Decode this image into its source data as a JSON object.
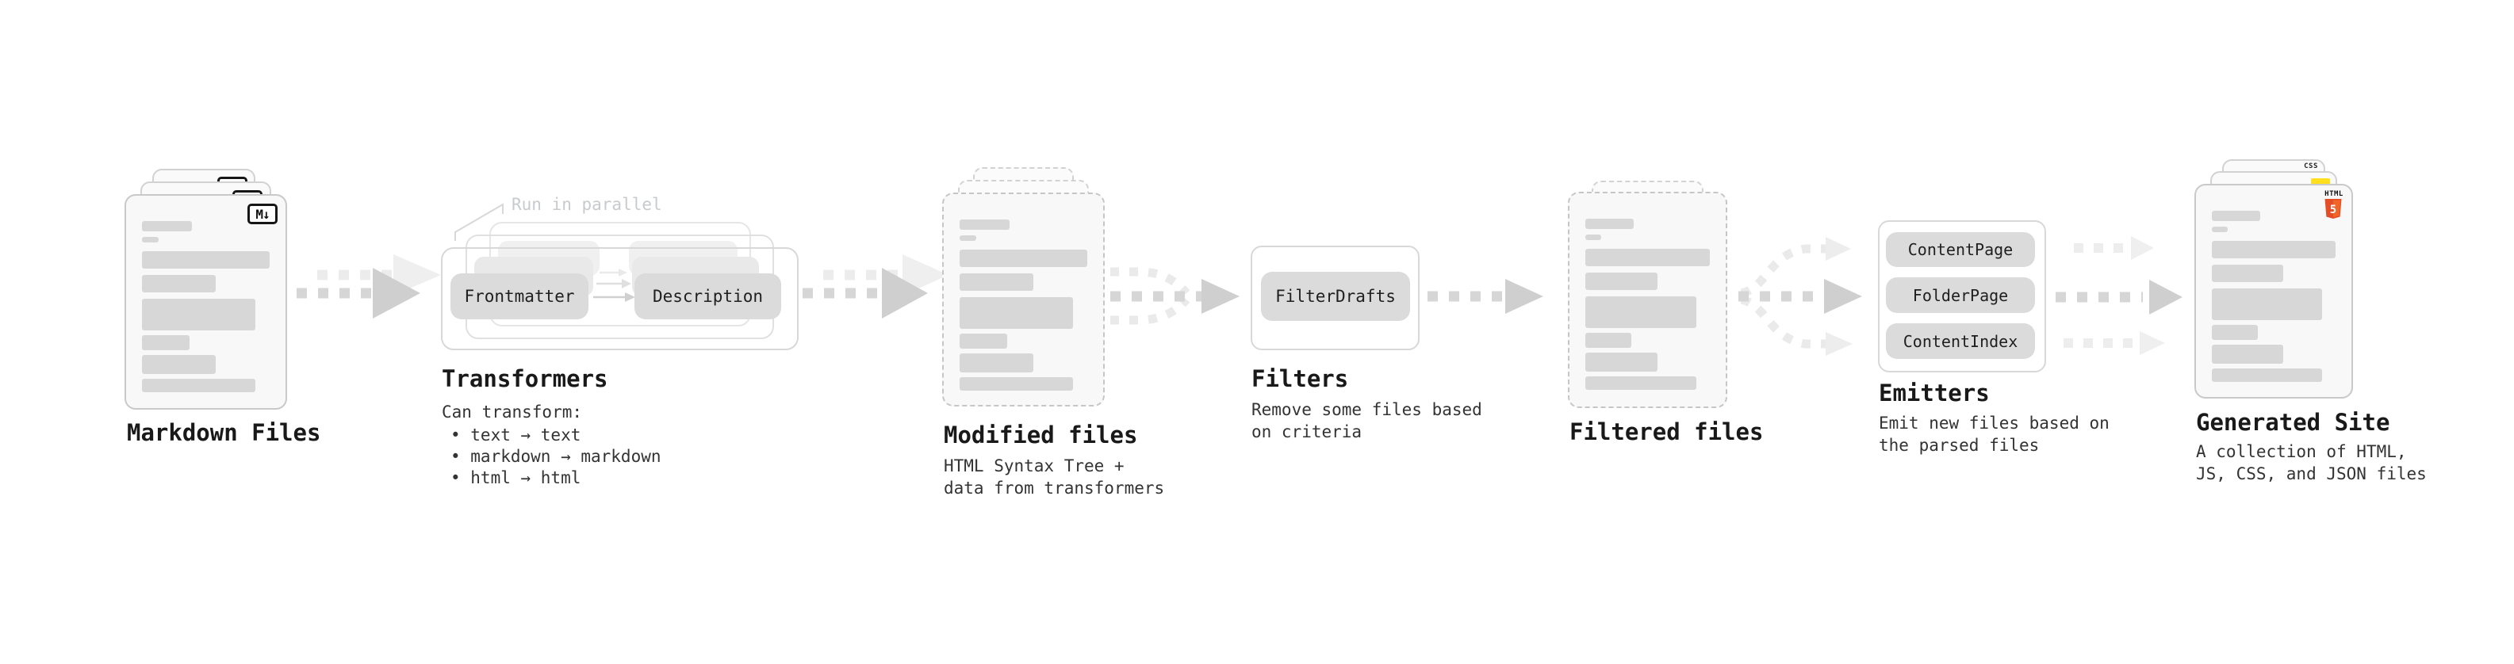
{
  "diagram": {
    "markdown": {
      "title": "Markdown Files",
      "badge": "M↓"
    },
    "transformers": {
      "title": "Transformers",
      "annotation": "Run in parallel",
      "pill_left": "Frontmatter",
      "pill_right": "Description",
      "desc_heading": "Can transform:",
      "bullets": [
        "• text → text",
        "• markdown → markdown",
        "• html → html"
      ]
    },
    "modified": {
      "title": "Modified files",
      "desc": "HTML Syntax Tree +\ndata from transformers"
    },
    "filters": {
      "title": "Filters",
      "pill": "FilterDrafts",
      "desc": "Remove some files based\non criteria"
    },
    "filtered": {
      "title": "Filtered files"
    },
    "emitters": {
      "title": "Emitters",
      "pills": [
        "ContentPage",
        "FolderPage",
        "ContentIndex"
      ],
      "desc": "Emit new files based on\nthe parsed files"
    },
    "generated": {
      "title": "Generated Site",
      "desc": "A collection of HTML,\nJS, CSS, and JSON files",
      "badge_css": "CSS",
      "badge_html": "HTML",
      "badge_five": "5"
    }
  },
  "colors": {
    "arrow_main": "#d6d6d6",
    "arrow_head": "#cfcfcf",
    "arrow_ghost": "#ececec",
    "card_border": "#c9c9c9",
    "pill_fill": "#dbdbdb",
    "html5_orange": "#e44d26",
    "js_yellow": "#ffdf1e",
    "css_blue": "#2b62f6"
  }
}
